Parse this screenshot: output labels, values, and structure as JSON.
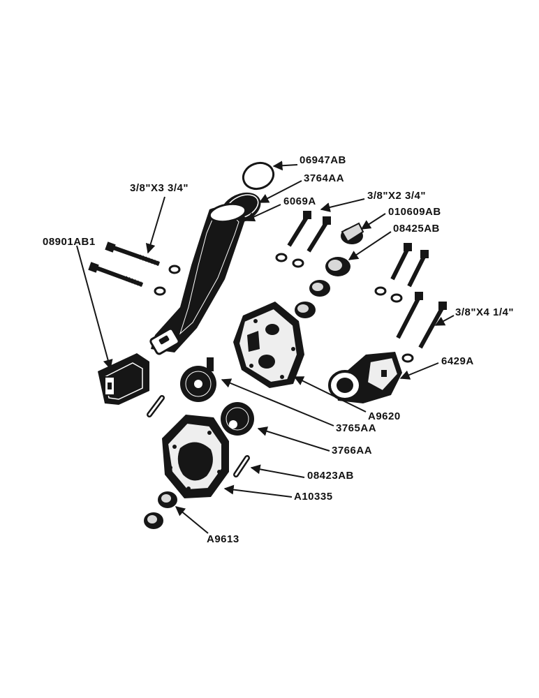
{
  "colors": {
    "ink": "#161616",
    "paper": "#ffffff",
    "mid": "#6a6a6a",
    "light": "#d8d8d8"
  },
  "callouts": {
    "c1": "06947AB",
    "c2": "3764AA",
    "c3": "6069A",
    "c4": "3/8\"X2 3/4\"",
    "c5": "010609AB",
    "c6": "08425AB",
    "c7": "3/8\"X3 3/4\"",
    "c8": "08901AB1",
    "c9": "3/8\"X4 1/4\"",
    "c10": "6429A",
    "c11": "A9620",
    "c12": "3765AA",
    "c13": "3766AA",
    "c14": "08423AB",
    "c15": "A10335",
    "c16": "A9613"
  }
}
